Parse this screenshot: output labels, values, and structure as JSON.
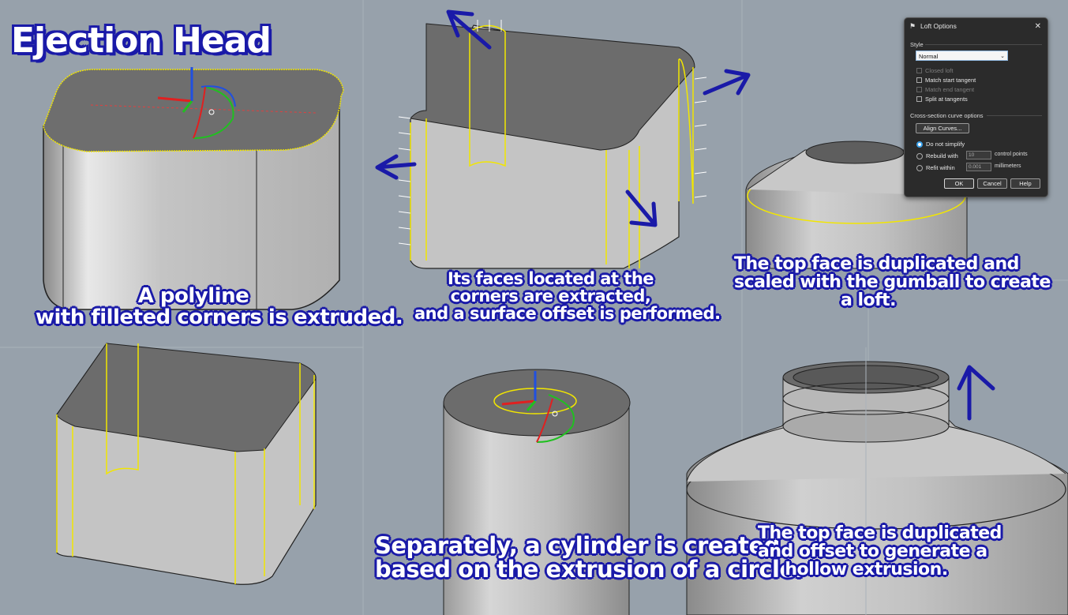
{
  "title": "Ejection Head",
  "captions": {
    "panel1": [
      "A polyline",
      "with filleted corners is extruded."
    ],
    "panel2": [
      "Its faces located at the",
      "corners are extracted,",
      "and a surface offset is performed."
    ],
    "panel3": [
      "The top face is duplicated and",
      "scaled with the gumball to create",
      "a loft."
    ],
    "panel4": [
      "Separately, a cylinder is created",
      "based on the extrusion of a circle."
    ],
    "panel5": [
      "The top face is duplicated",
      "and offset to generate a",
      "hollow extrusion."
    ]
  },
  "loft_dialog": {
    "title": "Loft Options",
    "style_label": "Style",
    "style_value": "Normal",
    "checkboxes": [
      {
        "label": "Closed loft",
        "enabled": false
      },
      {
        "label": "Match start tangent",
        "enabled": true
      },
      {
        "label": "Match end tangent",
        "enabled": false
      },
      {
        "label": "Split at tangents",
        "enabled": true
      }
    ],
    "cross_section_label": "Cross-section curve options",
    "align_button": "Align Curves...",
    "options": [
      {
        "label": "Do not simplify",
        "selected": true
      },
      {
        "label": "Rebuild with",
        "selected": false,
        "value": "10",
        "unit": "control points"
      },
      {
        "label": "Refit within",
        "selected": false,
        "value": "0.001",
        "unit": "millimeters"
      }
    ],
    "ok": "OK",
    "cancel": "Cancel",
    "help": "Help"
  },
  "colors": {
    "background": "#97a1ab",
    "surface": "#c9c9c9",
    "top_face": "#6c6c6c",
    "highlight": "#f2e600",
    "arrow": "#1a1aa8",
    "caption_outline": "#1a1aa8"
  }
}
